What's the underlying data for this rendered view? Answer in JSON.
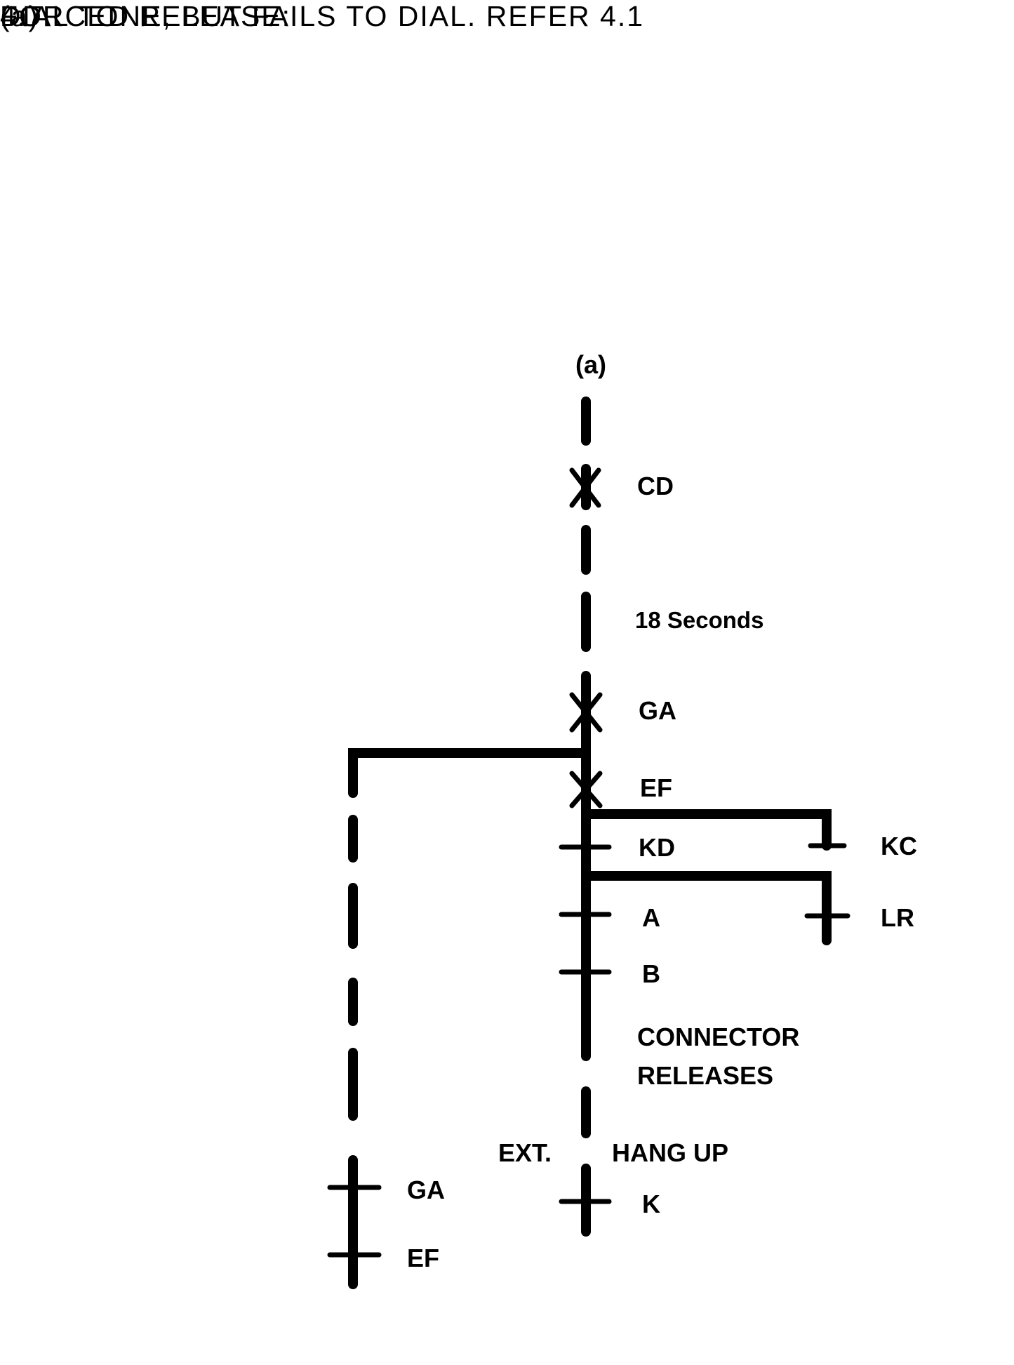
{
  "heading": {
    "section_number": "4.7",
    "section_title": "FORCED RELEASE:",
    "sub_marker": "(a)",
    "sub_text": "DIAL TONE, BUT FAILS TO DIAL. REFER 4.1"
  },
  "diagram": {
    "start_marker": "(a)",
    "labels": {
      "cd": "CD",
      "timer": "18 Seconds",
      "ga": "GA",
      "ef": "EF",
      "kd": "KD",
      "kc": "KC",
      "a": "A",
      "lr": "LR",
      "b": "B",
      "connector_line1": "CONNECTOR",
      "connector_line2": "RELEASES",
      "ext": "EXT.",
      "hang_up": "HANG UP",
      "k": "K",
      "ga_left": "GA",
      "ef_left": "EF"
    }
  }
}
